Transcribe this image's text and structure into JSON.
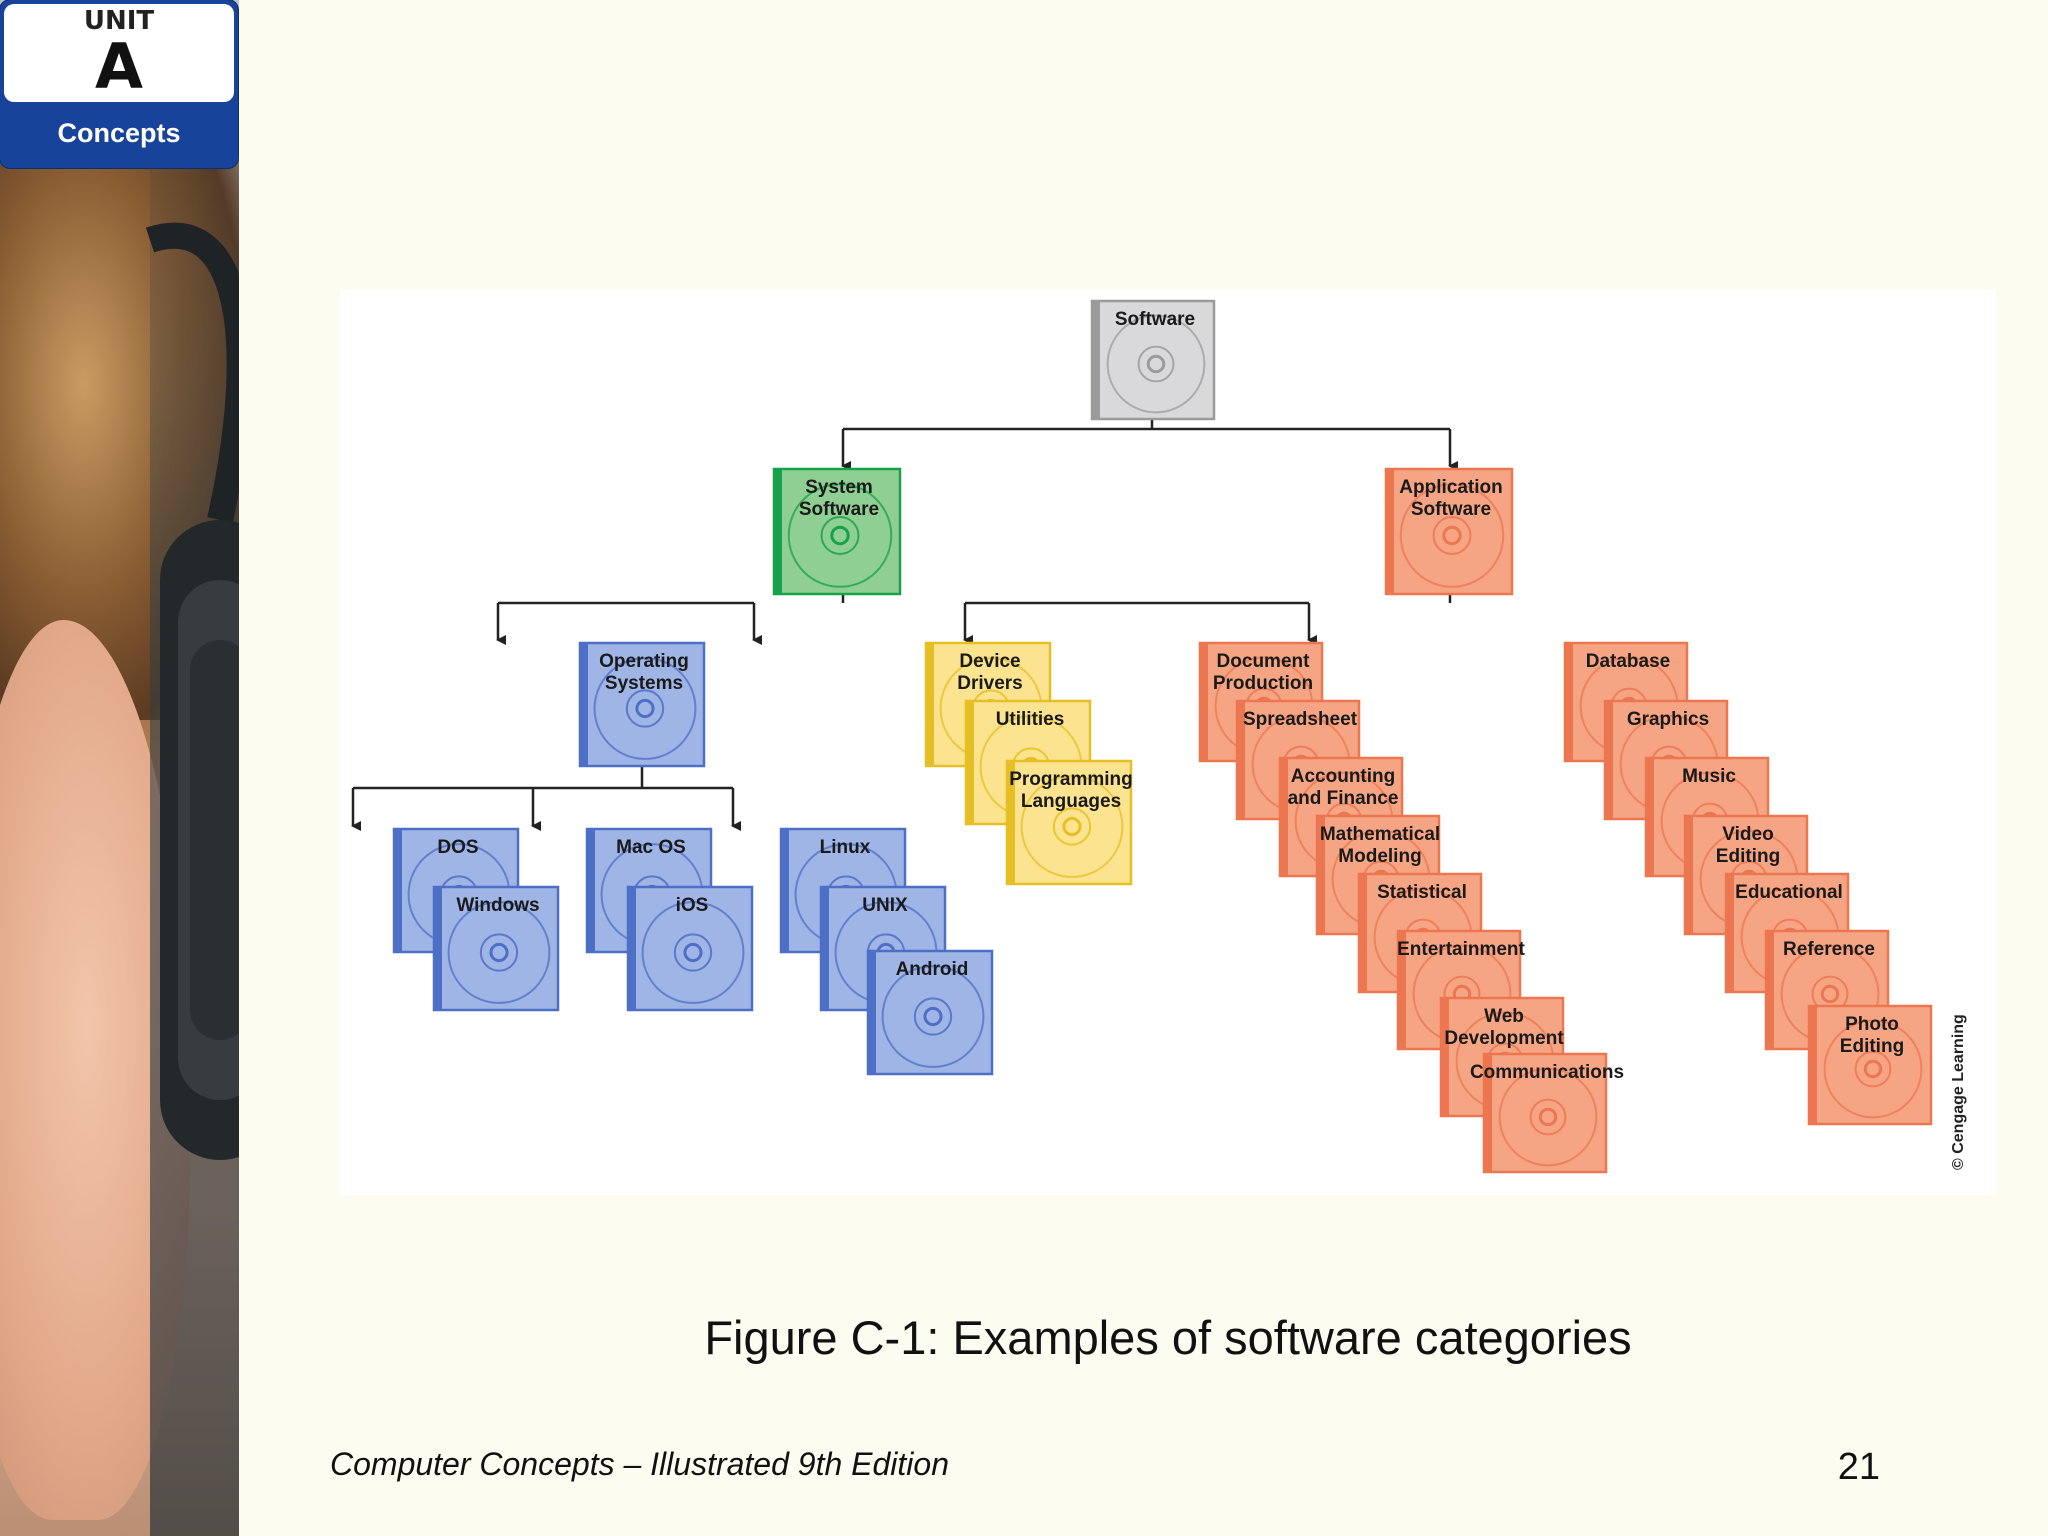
{
  "unit_badge": {
    "unit_label": "UNIT",
    "unit_letter": "A",
    "section": "Concepts"
  },
  "figure": {
    "caption": "Figure C-1: Examples of software categories",
    "credit": "© Cengage Learning"
  },
  "colors": {
    "root": "#d9d9db",
    "root_stripe": "#9b9b9b",
    "system": "#90cf94",
    "system_stripe": "#17a24a",
    "os": "#9fb5e6",
    "os_stripe": "#4d6fc6",
    "utility": "#fbe38f",
    "utility_stripe": "#e5bf23",
    "application": "#f6a584",
    "application_stripe": "#ec7650"
  },
  "nodes": {
    "software": "Software",
    "system_software": [
      "System",
      "Software"
    ],
    "application_software": [
      "Application",
      "Software"
    ],
    "operating_systems": [
      "Operating",
      "Systems"
    ],
    "device_drivers": [
      "Device",
      "Drivers"
    ],
    "utilities": "Utilities",
    "programming_languages": [
      "Programming",
      "Languages"
    ],
    "dos": "DOS",
    "windows": "Windows",
    "mac_os": "Mac OS",
    "ios": "iOS",
    "linux": "Linux",
    "unix": "UNIX",
    "android": "Android",
    "document_production": [
      "Document",
      "Production"
    ],
    "spreadsheet": "Spreadsheet",
    "accounting": [
      "Accounting",
      "and Finance"
    ],
    "math_modeling": [
      "Mathematical",
      "Modeling"
    ],
    "statistical": "Statistical",
    "entertainment": "Entertainment",
    "web_development": [
      "Web",
      "Development"
    ],
    "communications": "Communications",
    "database": "Database",
    "graphics": "Graphics",
    "music": "Music",
    "video_editing": [
      "Video",
      "Editing"
    ],
    "educational": "Educational",
    "reference": "Reference",
    "photo_editing": [
      "Photo",
      "Editing"
    ]
  },
  "footer": {
    "title": "Computer Concepts – Illustrated 9th Edition",
    "page_number": "21"
  }
}
